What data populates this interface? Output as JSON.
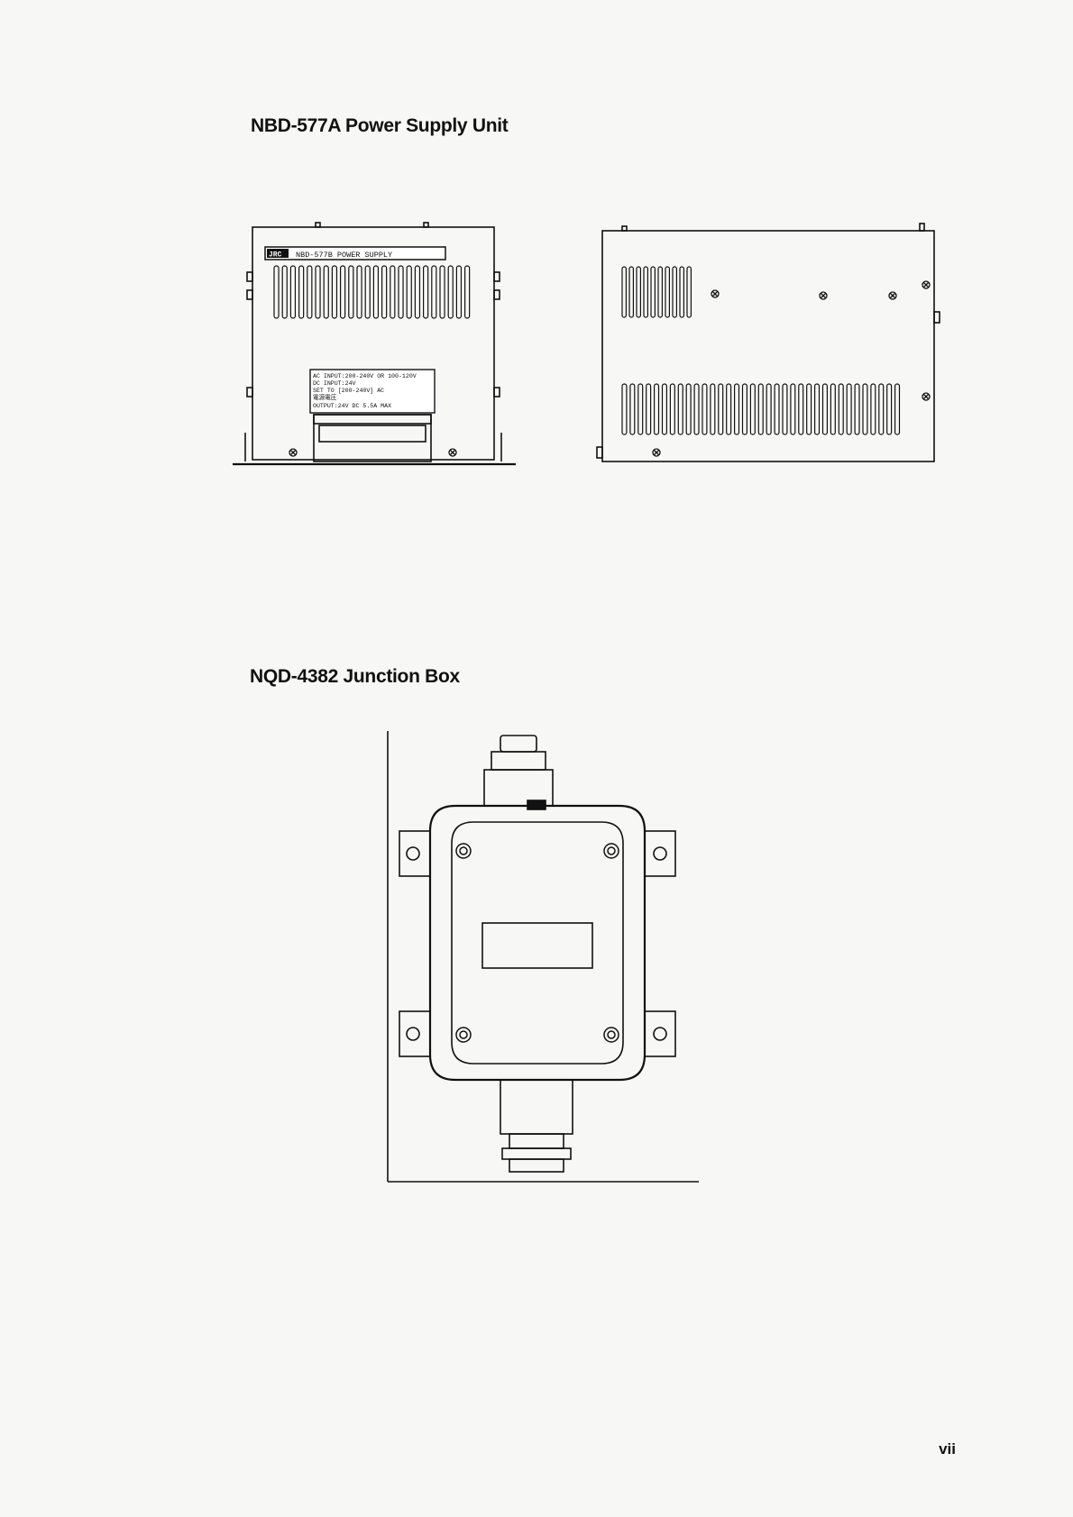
{
  "sections": {
    "power_supply": {
      "title": "NBD-577A Power Supply Unit",
      "front_panel": {
        "brand": "JRC",
        "model_label": "NBD-577B POWER SUPPLY",
        "rating_lines": [
          "AC INPUT:200-240V OR 100-120V",
          "DC INPUT:24V",
          "SET TO [200-240V] AC",
          "電源電圧",
          "OUTPUT:24V DC 5.5A MAX"
        ]
      }
    },
    "junction_box": {
      "title": "NQD-4382 Junction Box"
    }
  },
  "page_number": "vii"
}
